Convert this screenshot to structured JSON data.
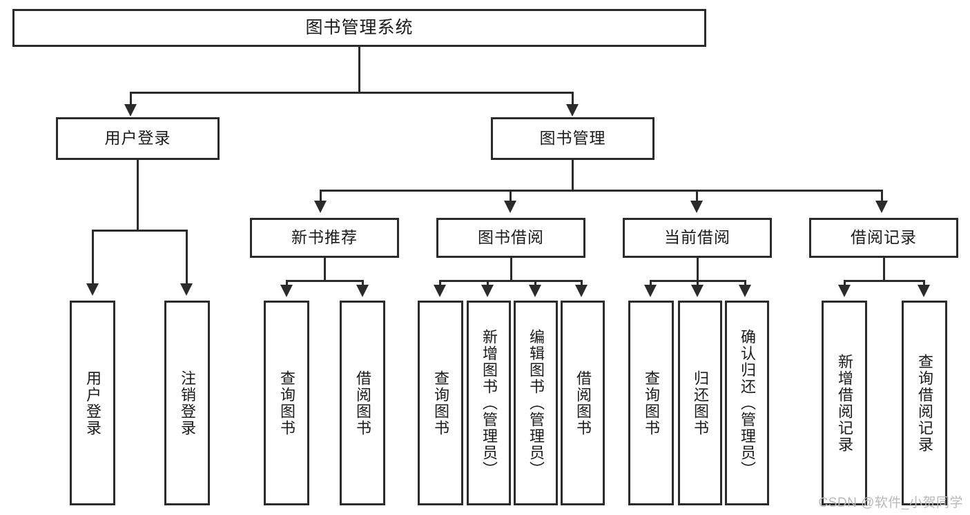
{
  "diagram": {
    "title": "图书管理系统",
    "type": "tree-hierarchy",
    "watermark": "CSDN @软件_小贺同学",
    "root": {
      "label": "图书管理系统"
    },
    "level2": [
      {
        "id": "user-login",
        "label": "用户登录"
      },
      {
        "id": "book-manage",
        "label": "图书管理"
      }
    ],
    "level3": [
      {
        "id": "new-book-recommend",
        "label": "新书推荐",
        "parent": "book-manage"
      },
      {
        "id": "book-borrow",
        "label": "图书借阅",
        "parent": "book-manage"
      },
      {
        "id": "current-borrow",
        "label": "当前借阅",
        "parent": "book-manage"
      },
      {
        "id": "borrow-record",
        "label": "借阅记录",
        "parent": "book-manage"
      }
    ],
    "leaves": {
      "user_login": [
        {
          "id": "leaf-user-login",
          "label": "用户登录"
        },
        {
          "id": "leaf-user-logout",
          "label": "注销登录"
        }
      ],
      "new_book_recommend": [
        {
          "id": "leaf-query-book-1",
          "label": "查询图书"
        },
        {
          "id": "leaf-borrow-book-1",
          "label": "借阅图书"
        }
      ],
      "book_borrow": [
        {
          "id": "leaf-query-book-2",
          "label": "查询图书"
        },
        {
          "id": "leaf-add-book",
          "label": "新增图书（管理员）"
        },
        {
          "id": "leaf-edit-book",
          "label": "编辑图书（管理员）"
        },
        {
          "id": "leaf-borrow-book-2",
          "label": "借阅图书"
        }
      ],
      "current_borrow": [
        {
          "id": "leaf-query-book-3",
          "label": "查询图书"
        },
        {
          "id": "leaf-return-book",
          "label": "归还图书"
        },
        {
          "id": "leaf-confirm-return",
          "label": "确认归还（管理员）"
        }
      ],
      "borrow_record": [
        {
          "id": "leaf-add-record",
          "label": "新增借阅记录"
        },
        {
          "id": "leaf-query-record",
          "label": "查询借阅记录"
        }
      ]
    },
    "colors": {
      "stroke": "#2b2b2b",
      "fill": "#ffffff",
      "text": "#1b1b1b",
      "watermark": "#b9b9b9"
    }
  }
}
